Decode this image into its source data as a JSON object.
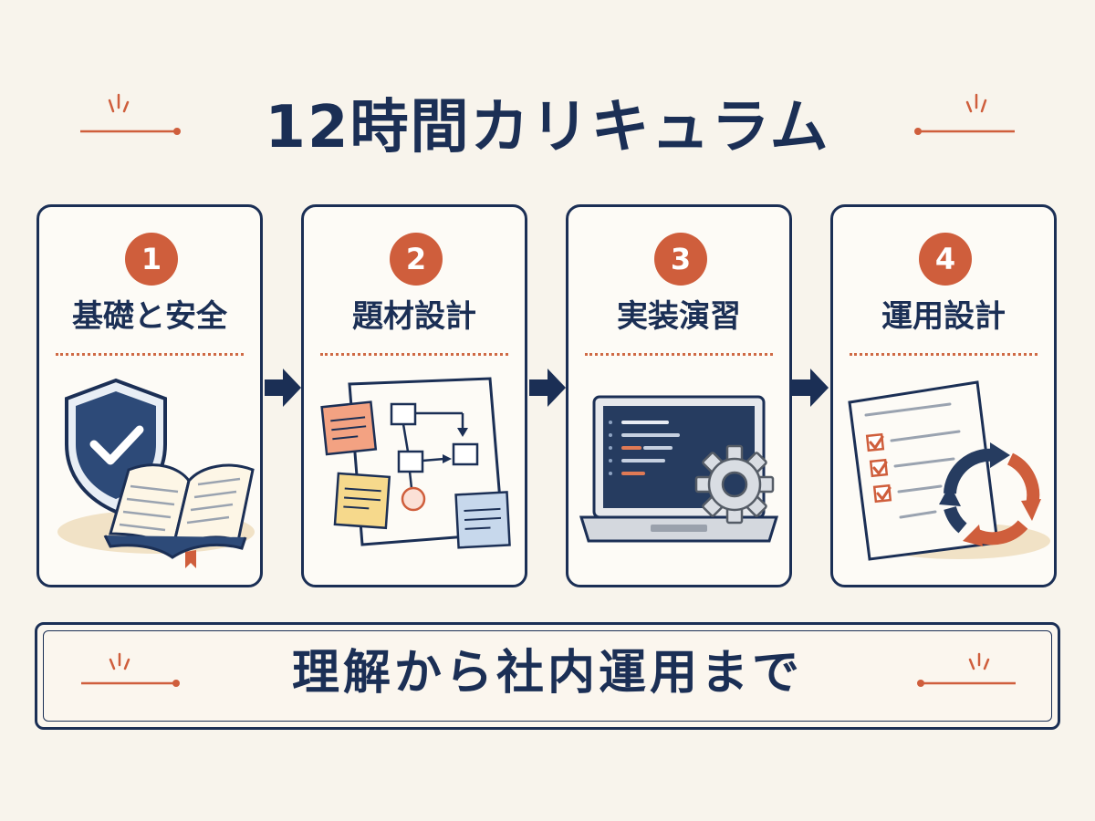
{
  "title": "12時間カリキュラム",
  "steps": [
    {
      "number": "1",
      "label": "基礎と安全",
      "icon": "shield-book-icon"
    },
    {
      "number": "2",
      "label": "題材設計",
      "icon": "flowchart-notes-icon"
    },
    {
      "number": "3",
      "label": "実装演習",
      "icon": "laptop-gear-icon"
    },
    {
      "number": "4",
      "label": "運用設計",
      "icon": "checklist-cycle-icon"
    }
  ],
  "footer": "理解から社内運用まで",
  "colors": {
    "navy": "#1b2f55",
    "accent": "#cf5e3c",
    "background": "#f8f4ec"
  }
}
